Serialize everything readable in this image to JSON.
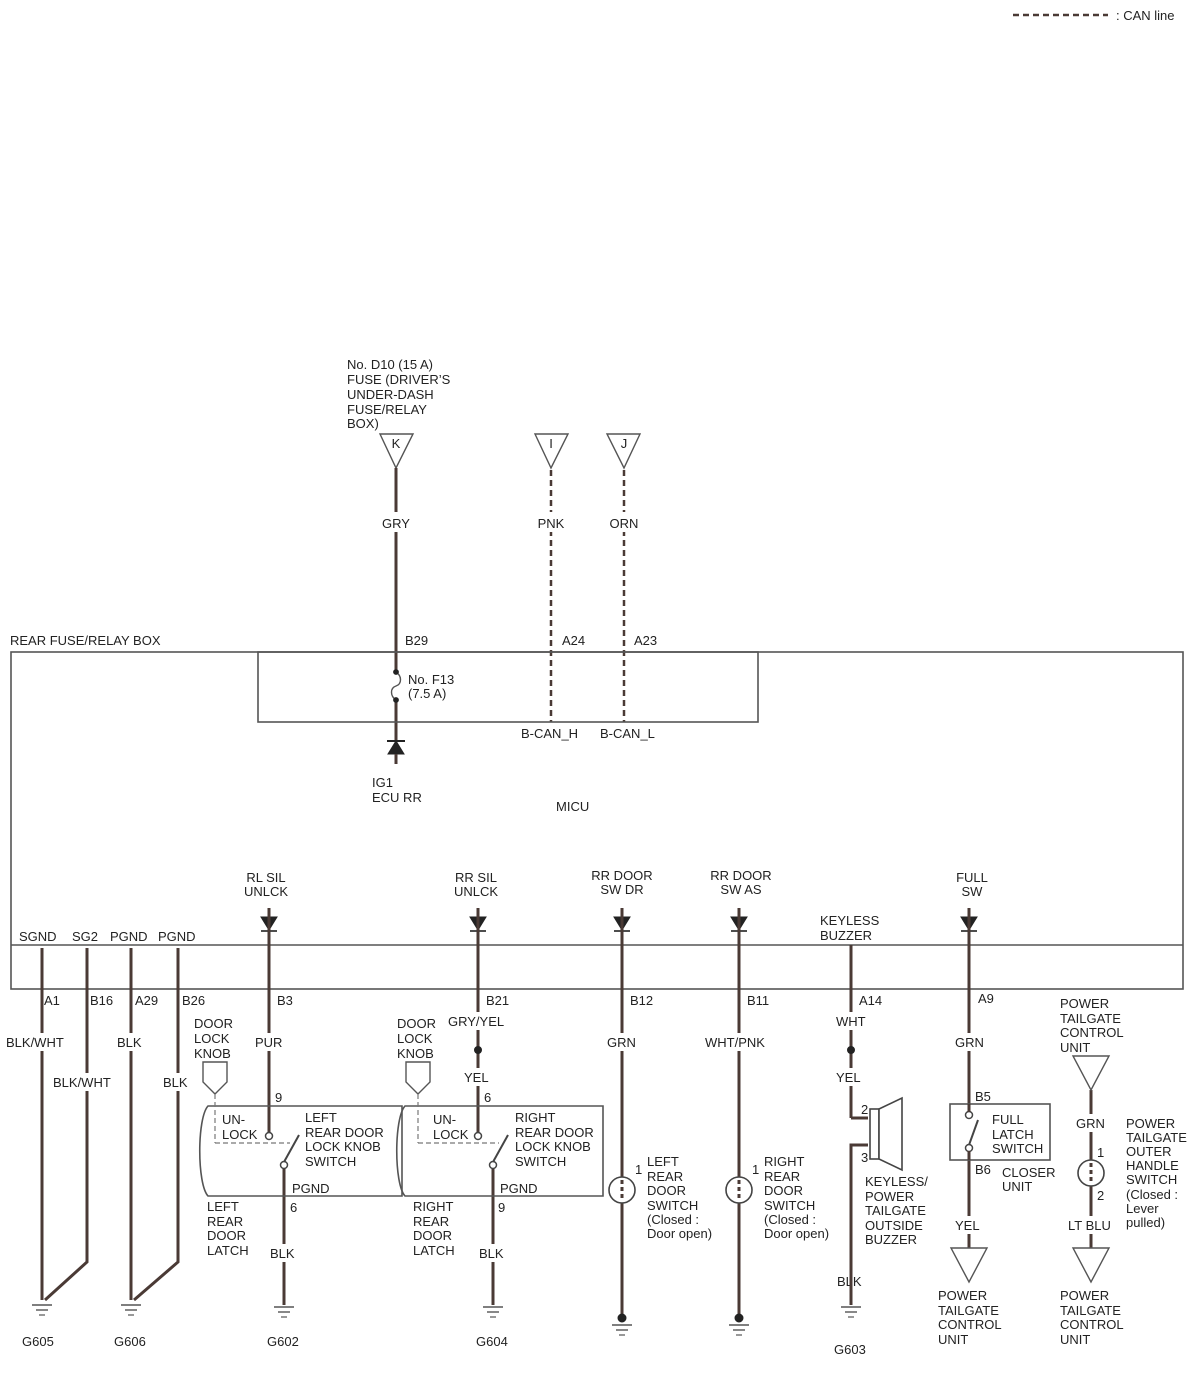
{
  "legend": {
    "text": ": CAN line"
  },
  "fuse_source": {
    "description_lines": [
      "No. D10 (15 A)",
      "FUSE (DRIVER’S",
      "UNDER-DASH",
      "FUSE/RELAY",
      "BOX)"
    ],
    "connectors": {
      "k": "K",
      "i": "I",
      "j": "J"
    },
    "wire_colors": {
      "gry": "GRY",
      "pnk": "PNK",
      "orn": "ORN"
    }
  },
  "rear_box": {
    "label": "REAR FUSE/RELAY BOX",
    "pins_top": {
      "b29": "B29",
      "a24": "A24",
      "a23": "A23"
    },
    "fuse_lines": [
      "No. F13",
      "(7.5 A)"
    ],
    "bcan_h": "B-CAN_H",
    "bcan_l": "B-CAN_L",
    "ig1_lines": [
      "IG1",
      "ECU RR"
    ],
    "micu": "MICU"
  },
  "signals": {
    "rl_sil": [
      "RL SIL",
      "UNLCK"
    ],
    "rr_sil": [
      "RR SIL",
      "UNLCK"
    ],
    "rr_door_dr": [
      "RR DOOR",
      "SW DR"
    ],
    "rr_door_as": [
      "RR DOOR",
      "SW AS"
    ],
    "keyless": [
      "KEYLESS",
      "BUZZER"
    ],
    "full_sw": [
      "FULL",
      "SW"
    ],
    "ground_labels": {
      "sgnd": "SGND",
      "sg2": "SG2",
      "pgnd1": "PGND",
      "pgnd2": "PGND"
    }
  },
  "pins_bottom": {
    "a1": "A1",
    "b16": "B16",
    "a29": "A29",
    "b26": "B26",
    "b3": "B3",
    "b21": "B21",
    "b12": "B12",
    "b11": "B11",
    "a14": "A14",
    "a9": "A9"
  },
  "wires_bottom": {
    "blk_wht_1": "BLK/WHT",
    "blk_wht_2": "BLK/WHT",
    "blk_1": "BLK",
    "blk_2": "BLK",
    "pur": "PUR",
    "gry_yel": "GRY/YEL",
    "yel_1": "YEL",
    "grn_1": "GRN",
    "wht_pnk": "WHT/PNK",
    "wht": "WHT",
    "yel_2": "YEL",
    "grn_2": "GRN",
    "blk_3": "BLK",
    "blk_4": "BLK",
    "blk_5": "BLK",
    "yel_3": "YEL",
    "grn_3": "GRN",
    "lt_blu": "LT BLU"
  },
  "left_latch": {
    "knob": [
      "DOOR",
      "LOCK",
      "KNOB"
    ],
    "pin_top": "9",
    "unlock": [
      "UN-",
      "LOCK"
    ],
    "switch": [
      "LEFT",
      "REAR DOOR",
      "LOCK KNOB",
      "SWITCH"
    ],
    "pgnd": "PGND",
    "pin_bottom": "6",
    "name": [
      "LEFT",
      "REAR",
      "DOOR",
      "LATCH"
    ]
  },
  "right_latch": {
    "knob": [
      "DOOR",
      "LOCK",
      "KNOB"
    ],
    "pin_top": "6",
    "unlock": [
      "UN-",
      "LOCK"
    ],
    "switch": [
      "RIGHT",
      "REAR DOOR",
      "LOCK KNOB",
      "SWITCH"
    ],
    "pgnd": "PGND",
    "pin_bottom": "9",
    "name": [
      "RIGHT",
      "REAR",
      "DOOR",
      "LATCH"
    ]
  },
  "left_door_switch": {
    "pin": "1",
    "name": [
      "LEFT",
      "REAR",
      "DOOR",
      "SWITCH",
      "(Closed :",
      "Door open)"
    ]
  },
  "right_door_switch": {
    "pin": "1",
    "name": [
      "RIGHT",
      "REAR",
      "DOOR",
      "SWITCH",
      "(Closed :",
      "Door open)"
    ]
  },
  "buzzer": {
    "pin2": "2",
    "pin3": "3",
    "name": [
      "KEYLESS/",
      "POWER",
      "TAILGATE",
      "OUTSIDE",
      "BUZZER"
    ]
  },
  "closer": {
    "b5": "B5",
    "b6": "B6",
    "switch": [
      "FULL",
      "LATCH",
      "SWITCH"
    ],
    "unit": [
      "CLOSER",
      "UNIT"
    ]
  },
  "outer_handle": {
    "top_unit": [
      "POWER",
      "TAILGATE",
      "CONTROL",
      "UNIT"
    ],
    "pin1": "1",
    "pin2": "2",
    "name": [
      "POWER",
      "TAILGATE",
      "OUTER",
      "HANDLE",
      "SWITCH",
      "(Closed :",
      "Lever",
      "pulled)"
    ]
  },
  "bottom_units": {
    "yel": [
      "POWER",
      "TAILGATE",
      "CONTROL",
      "UNIT"
    ],
    "ltblu": [
      "POWER",
      "TAILGATE",
      "CONTROL",
      "UNIT"
    ]
  },
  "grounds": {
    "g605": "G605",
    "g606": "G606",
    "g602": "G602",
    "g604": "G604",
    "g603": "G603"
  }
}
